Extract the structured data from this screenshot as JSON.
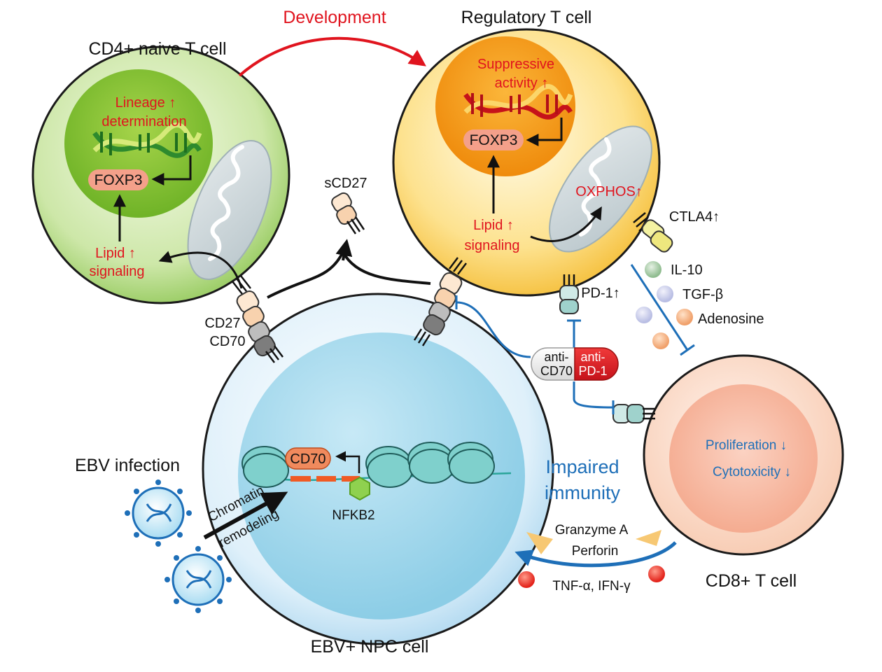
{
  "cells": {
    "naive": {
      "title": "CD4+ naive T cell",
      "lineage_line1": "Lineage",
      "lineage_line2": "determination",
      "gene": "FOXP3",
      "lipid_line1": "Lipid",
      "lipid_line2": "signaling"
    },
    "treg": {
      "title": "Regulatory T cell",
      "suppressive_line1": "Suppressive",
      "suppressive_line2": "activity",
      "gene": "FOXP3",
      "oxphos": "OXPHOS",
      "lipid_line1": "Lipid",
      "lipid_line2": "signaling",
      "ctla4": "CTLA4",
      "pd1": "PD-1"
    },
    "npc": {
      "title": "EBV+ NPC cell",
      "gene": "CD70",
      "tf": "NFKB2",
      "chromatin_line1": "Chromatin",
      "chromatin_line2": "remodeling"
    },
    "cd8": {
      "title": "CD8+ T cell",
      "proliferation": "Proliferation",
      "cytotoxicity": "Cytotoxicity"
    }
  },
  "labels": {
    "development": "Development",
    "scd27": "sCD27",
    "cd27": "CD27",
    "cd70": "CD70",
    "ebv_infection": "EBV infection",
    "impaired_line1": "Impaired",
    "impaired_line2": "immunity",
    "granzyme": "Granzyme A",
    "perforin": "Perforin",
    "tnf": "TNF-α, IFN-γ"
  },
  "cytokines": [
    "IL-10",
    "TGF-β",
    "Adenosine"
  ],
  "drug": {
    "left_line1": "anti-",
    "left_line2": "CD70",
    "right_line1": "anti-",
    "right_line2": "PD-1"
  },
  "arrows": {
    "up": "↑",
    "down": "↓"
  },
  "colors": {
    "red": "#e0141e",
    "blue": "#1e6fb8",
    "green": "#79bf2c",
    "orange": "#f29a12",
    "npc_blue": "#a8d8ea",
    "cd8_pink": "#f7b49a"
  }
}
